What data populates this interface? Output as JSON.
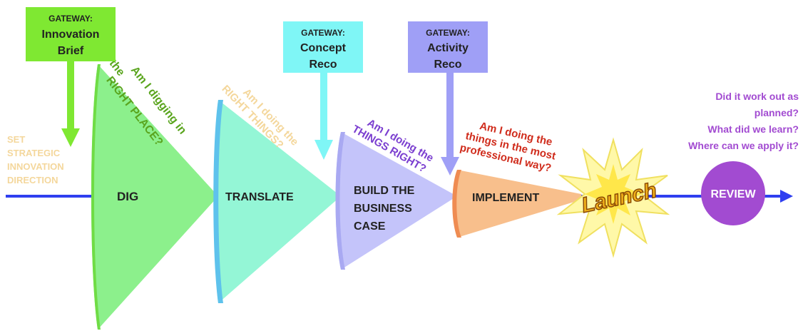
{
  "gateways": [
    {
      "title": "GATEWAY:",
      "lines": [
        "Innovation",
        "Brief"
      ],
      "color": "#7fe832"
    },
    {
      "title": "GATEWAY:",
      "lines": [
        "Concept",
        "Reco"
      ],
      "color": "#7ff6f6"
    },
    {
      "title": "GATEWAY:",
      "lines": [
        "Activity",
        "Reco"
      ],
      "color": "#9f9ff6"
    }
  ],
  "start_label": [
    "SET",
    "STRATEGIC",
    "INNOVATION",
    "DIRECTION"
  ],
  "stages": [
    {
      "label": "DIG",
      "color": "#8cf08c"
    },
    {
      "label": "TRANSLATE",
      "color": "#94f6d6"
    },
    {
      "label_lines": [
        "BUILD THE",
        "BUSINESS",
        "CASE"
      ],
      "color": "#c4c4fa"
    },
    {
      "label": "IMPLEMENT",
      "color": "#f8bf8c"
    }
  ],
  "questions": [
    {
      "lines": [
        "Am I digging in",
        "the",
        "RIGHT PLACE?"
      ],
      "color": "#5aa51e"
    },
    {
      "lines": [
        "Am I doing the",
        "RIGHT THINGS?"
      ],
      "color": "#f4d79c"
    },
    {
      "lines": [
        "Am I doing the",
        "THINGS RIGHT?"
      ],
      "color": "#7b3fd0"
    },
    {
      "lines": [
        "Am I doing the",
        "things in the most",
        "professional way?"
      ],
      "color": "#d02c1c"
    }
  ],
  "launch_label": "Launch",
  "review": {
    "label": "REVIEW",
    "color": "#a24bd1"
  },
  "review_questions": [
    "Did it work out as",
    "planned?",
    "What did we learn?",
    "Where can we apply it?"
  ],
  "colors": {
    "flow_line": "#2f3ff0",
    "review_text": "#a24bd1"
  }
}
